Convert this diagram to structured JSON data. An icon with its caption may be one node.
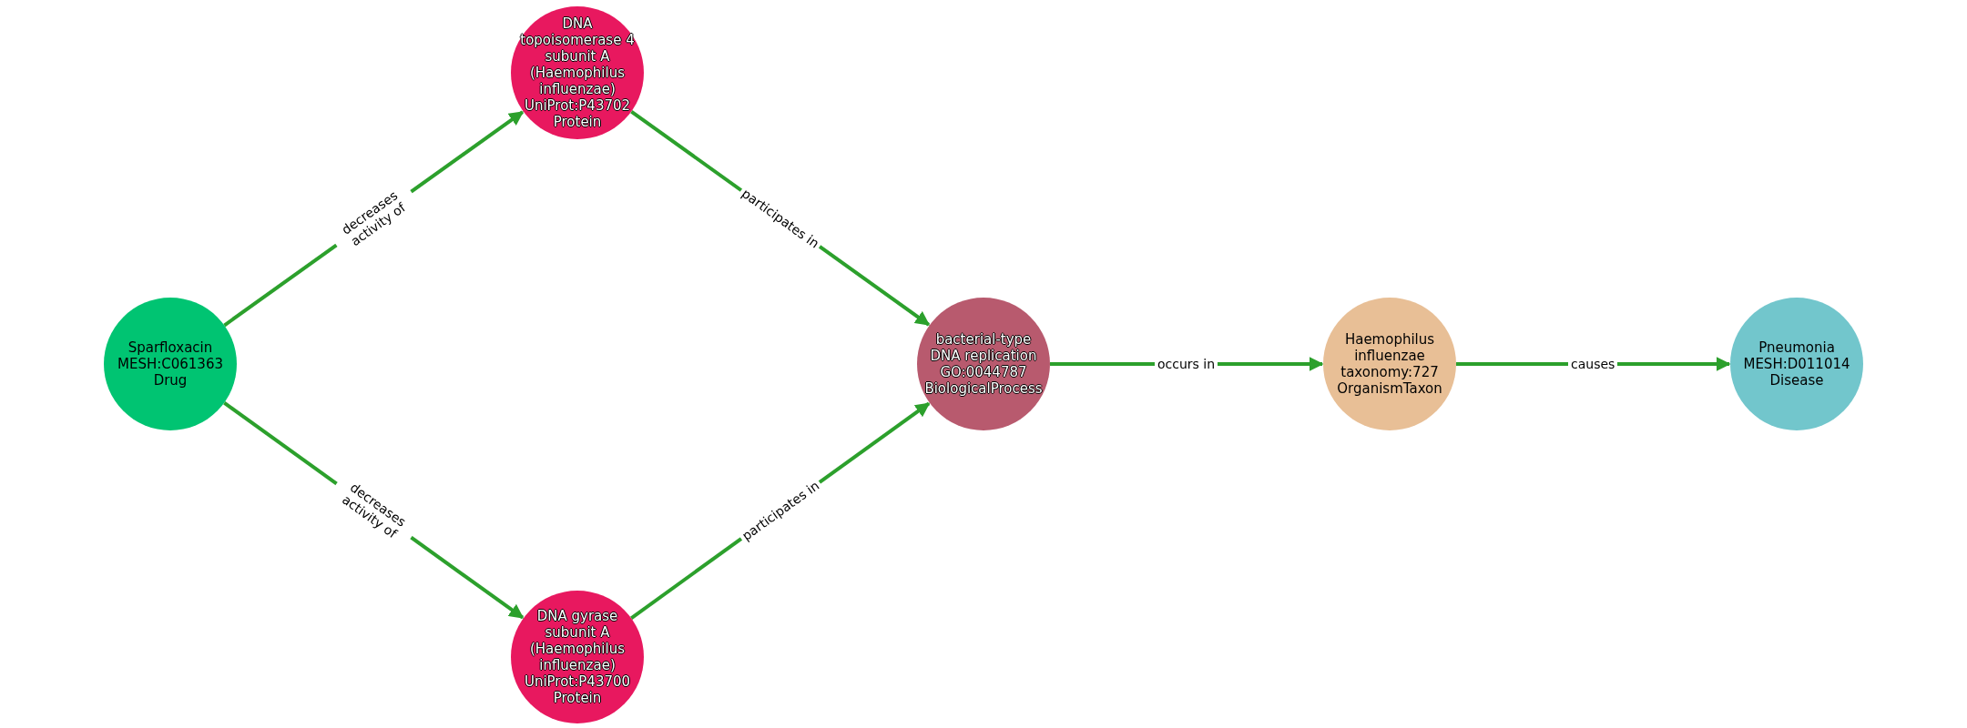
{
  "diagram": {
    "nodes": [
      {
        "text": [
          "Sparfloxacin",
          "MESH:C061363",
          "Drug"
        ]
      },
      {
        "text": [
          "DNA topoisomerase 4 subunit A (Haemophilus influenzae)",
          "UniProt:P43702",
          "Protein"
        ]
      },
      {
        "text": [
          "DNA gyrase subunit A (Haemophilus influenzae)",
          "UniProt:P43700",
          "Protein"
        ]
      },
      {
        "text": [
          "bacterial-type DNA replication",
          "GO:0044787",
          "BiologicalProcess"
        ]
      },
      {
        "text": [
          "Haemophilus influenzae",
          "taxonomy:727",
          "OrganismTaxon"
        ]
      },
      {
        "text": [
          "Pneumonia",
          "MESH:D011014",
          "Disease"
        ]
      }
    ],
    "edges": [
      {
        "from": 0,
        "to": 1,
        "arrow": "to",
        "label": "decreases activity of"
      },
      {
        "from": 0,
        "to": 2,
        "arrow": "to",
        "label": "decreases activity of"
      },
      {
        "from": 1,
        "to": 3,
        "arrow": "to",
        "label": "participates in"
      },
      {
        "from": 2,
        "to": 3,
        "arrow": "to",
        "label": "participates in"
      },
      {
        "from": 3,
        "to": 4,
        "arrow": "to",
        "label": "occurs in"
      },
      {
        "from": 4,
        "to": 5,
        "arrow": "to",
        "label": "causes"
      }
    ]
  }
}
